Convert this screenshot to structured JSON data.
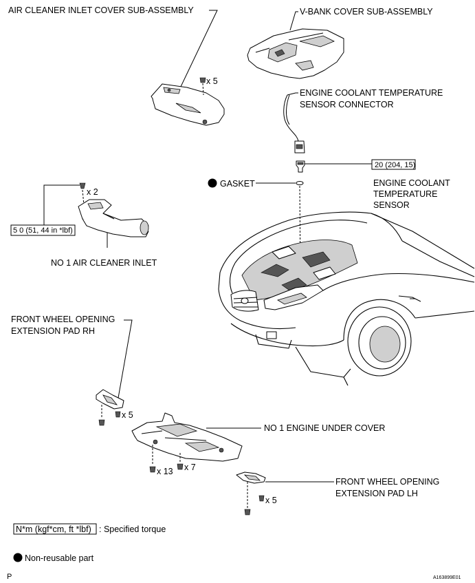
{
  "labels": {
    "air_cleaner_cover": "AIR CLEANER INLET COVER SUB-ASSEMBLY",
    "vbank_cover": "V-BANK COVER SUB-ASSEMBLY",
    "connector_line1": "ENGINE COOLANT TEMPERATURE",
    "connector_line2": "SENSOR CONNECTOR",
    "gasket": "GASKET",
    "sensor_line1": "ENGINE COOLANT",
    "sensor_line2": "TEMPERATURE",
    "sensor_line3": "SENSOR",
    "air_cleaner_inlet": "NO  1 AIR CLEANER INLET",
    "pad_rh_line1": "FRONT WHEEL OPENING",
    "pad_rh_line2": "EXTENSION PAD RH",
    "under_cover": "NO  1 ENGINE UNDER COVER",
    "pad_lh_line1": "FRONT WHEEL OPENING",
    "pad_lh_line2": "EXTENSION PAD LH"
  },
  "quantities": {
    "cover_clips": "x 5",
    "inlet_bolts": "x 2",
    "pad_rh_clips": "x 5",
    "under_cover_clips": "x 13",
    "under_cover_bolts": "x 7",
    "pad_lh_clips": "x 5"
  },
  "torques": {
    "sensor": "20 (204, 15)",
    "inlet": "5 0 (51, 44 in *lbf)"
  },
  "legend": {
    "torque_box": "N*m (kgf*cm, ft *lbf)",
    "torque_text": ": Specified torque",
    "nonreusable_text": "Non-reusable part"
  },
  "footer": {
    "page_mark": "P",
    "figure_id": "A163899E01"
  }
}
